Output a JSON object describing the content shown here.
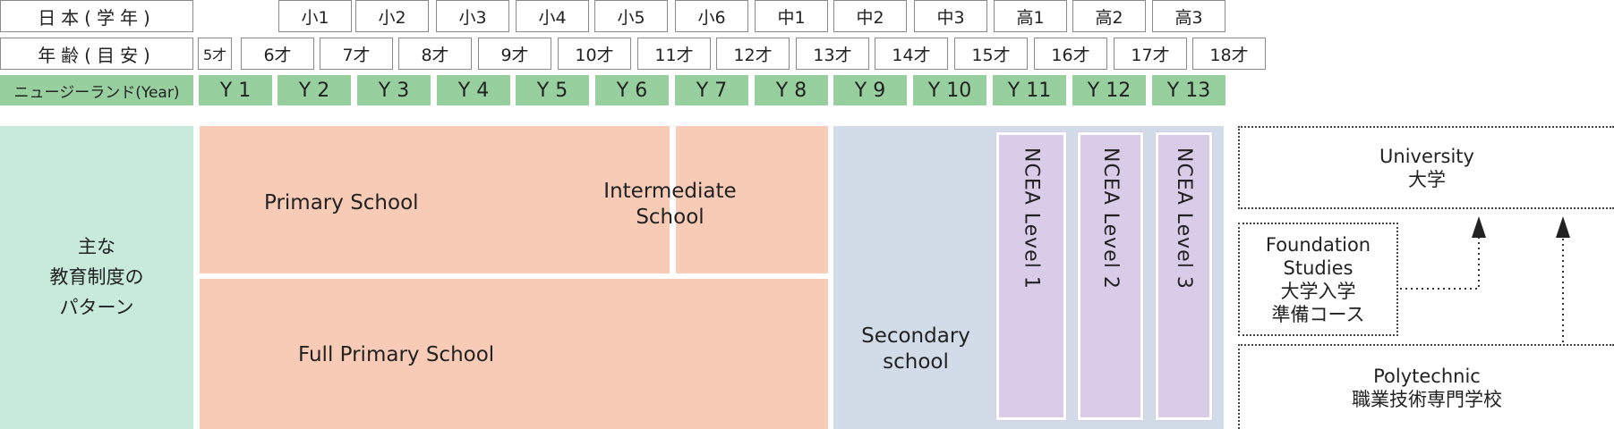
{
  "header": {
    "grade_label": "日本(学年)",
    "age_label": "年齢(目安)",
    "nz_label": "ニュージーランド(Year)",
    "grades": [
      "小1",
      "小2",
      "小3",
      "小4",
      "小5",
      "小6",
      "中1",
      "中2",
      "中3",
      "高1",
      "高2",
      "高3"
    ],
    "ages": [
      "5才",
      "6才",
      "7才",
      "8才",
      "9才",
      "10才",
      "11才",
      "12才",
      "13才",
      "14才",
      "15才",
      "16才",
      "17才",
      "18才"
    ],
    "years": [
      "Y 1",
      "Y 2",
      "Y 3",
      "Y 4",
      "Y 5",
      "Y 6",
      "Y 7",
      "Y 8",
      "Y 9",
      "Y 10",
      "Y 11",
      "Y 12",
      "Y 13"
    ]
  },
  "pattern_label": [
    "主な",
    "教育制度の",
    "パターン"
  ],
  "schools": {
    "primary": "Primary School",
    "intermediate": [
      "Intermediate",
      "School"
    ],
    "full_primary": "Full Primary School",
    "secondary": [
      "Secondary",
      "school"
    ]
  },
  "ncea": [
    "NCEA Level 1",
    "NCEA Level 2",
    "NCEA Level 3"
  ],
  "post": {
    "university": [
      "University",
      "大学"
    ],
    "foundation": [
      "Foundation",
      "Studies",
      "大学入学",
      "準備コース"
    ],
    "polytechnic": [
      "Polytechnic",
      "職業技術専門学校"
    ]
  },
  "colors": {
    "green_header": "#98cf9f",
    "pattern_bg": "#c7eadb",
    "primary_bg": "#f7cbb6",
    "secondary_bg": "#d2dce9",
    "ncea_bg": "#d8cce8"
  }
}
